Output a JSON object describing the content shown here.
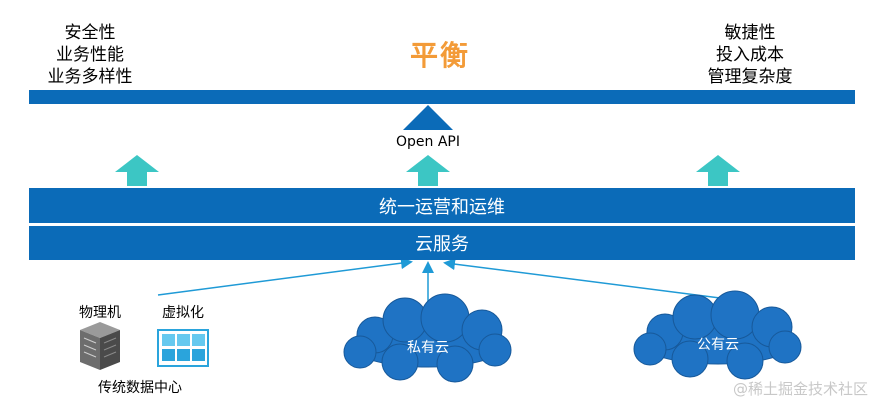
{
  "top": {
    "left_lines": [
      "安全性",
      "业务性能",
      "业务多样性"
    ],
    "title": "平衡",
    "right_lines": [
      "敏捷性",
      "投入成本",
      "管理复杂度"
    ]
  },
  "open_api_label": "Open API",
  "layers": {
    "ops": "统一运营和运维",
    "cloud_service": "云服务"
  },
  "sources": {
    "physical_label": "物理机",
    "virtual_label": "虚拟化",
    "datacenter_label": "传统数据中心",
    "private_cloud": "私有云",
    "public_cloud": "公有云"
  },
  "watermark": "@稀土掘金技术社区",
  "colors": {
    "bar": "#0b6bb8",
    "arrow_up": "#3cc6c4",
    "title": "#f39b38",
    "cloud": "#1f73c4",
    "thin_arrow": "#1f9ad6"
  }
}
